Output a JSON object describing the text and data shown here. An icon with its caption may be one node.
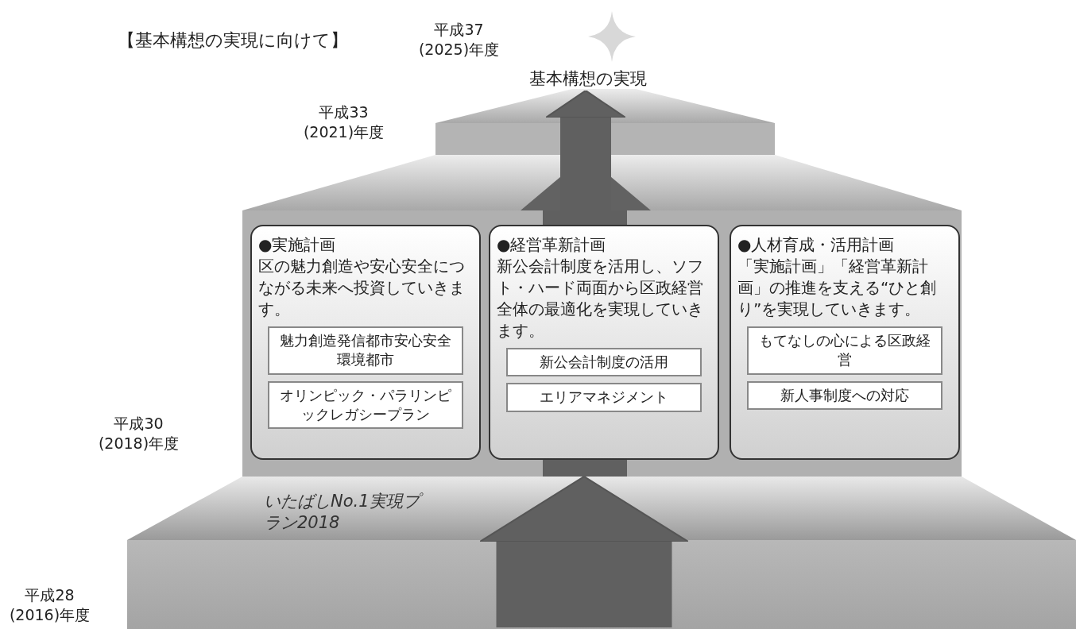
{
  "diagram": {
    "title": "【基本構想の実現に向けて】",
    "nodes": [
      {
        "text": [
          "いたばしNo.1実現プラン2018"
        ]
      },
      {
        "text": [],
        "shape": "band"
      },
      {
        "text": [
          "●実施計画",
          "区の魅力創造や安心安全につながる未来へ投資していきます。"
        ],
        "in": 1
      },
      {
        "text": [
          "魅力創造発信都市安心安全環境都市"
        ],
        "in": 2
      },
      {
        "text": [
          "オリンピック・パラリンピックレガシープラン"
        ],
        "in": 2
      },
      {
        "text": [
          "●経営革新計画",
          "新公会計制度を活用し、ソフト・ハード両面から区政経営全体の最適化を実現していきます。"
        ],
        "in": 1
      },
      {
        "text": [
          "新公会計制度の活用"
        ],
        "in": 5
      },
      {
        "text": [
          "エリアマネジメント"
        ],
        "in": 5
      },
      {
        "text": [
          "●人材育成・活用計画",
          "「実施計画」「経営革新計画」の推進を支える“ひと創り”を実現していきます。"
        ],
        "in": 1
      },
      {
        "text": [
          "もてなしの心による区政経営"
        ],
        "in": 8
      },
      {
        "text": [
          "新人事制度への対応"
        ],
        "in": 8
      },
      {
        "text": [
          "基本構想の実現"
        ]
      }
    ],
    "edges": [
      {
        "from": 0,
        "to": 1,
        "arrow": "to",
        "style": "thick"
      },
      {
        "from": 1,
        "to": 11,
        "arrow": "to"
      }
    ],
    "labels": [
      "平成37",
      "(2025)年度",
      "平成33",
      "(2021)年度",
      "平成30",
      "(2018)年度",
      "平成28",
      "(2016)年度"
    ]
  }
}
